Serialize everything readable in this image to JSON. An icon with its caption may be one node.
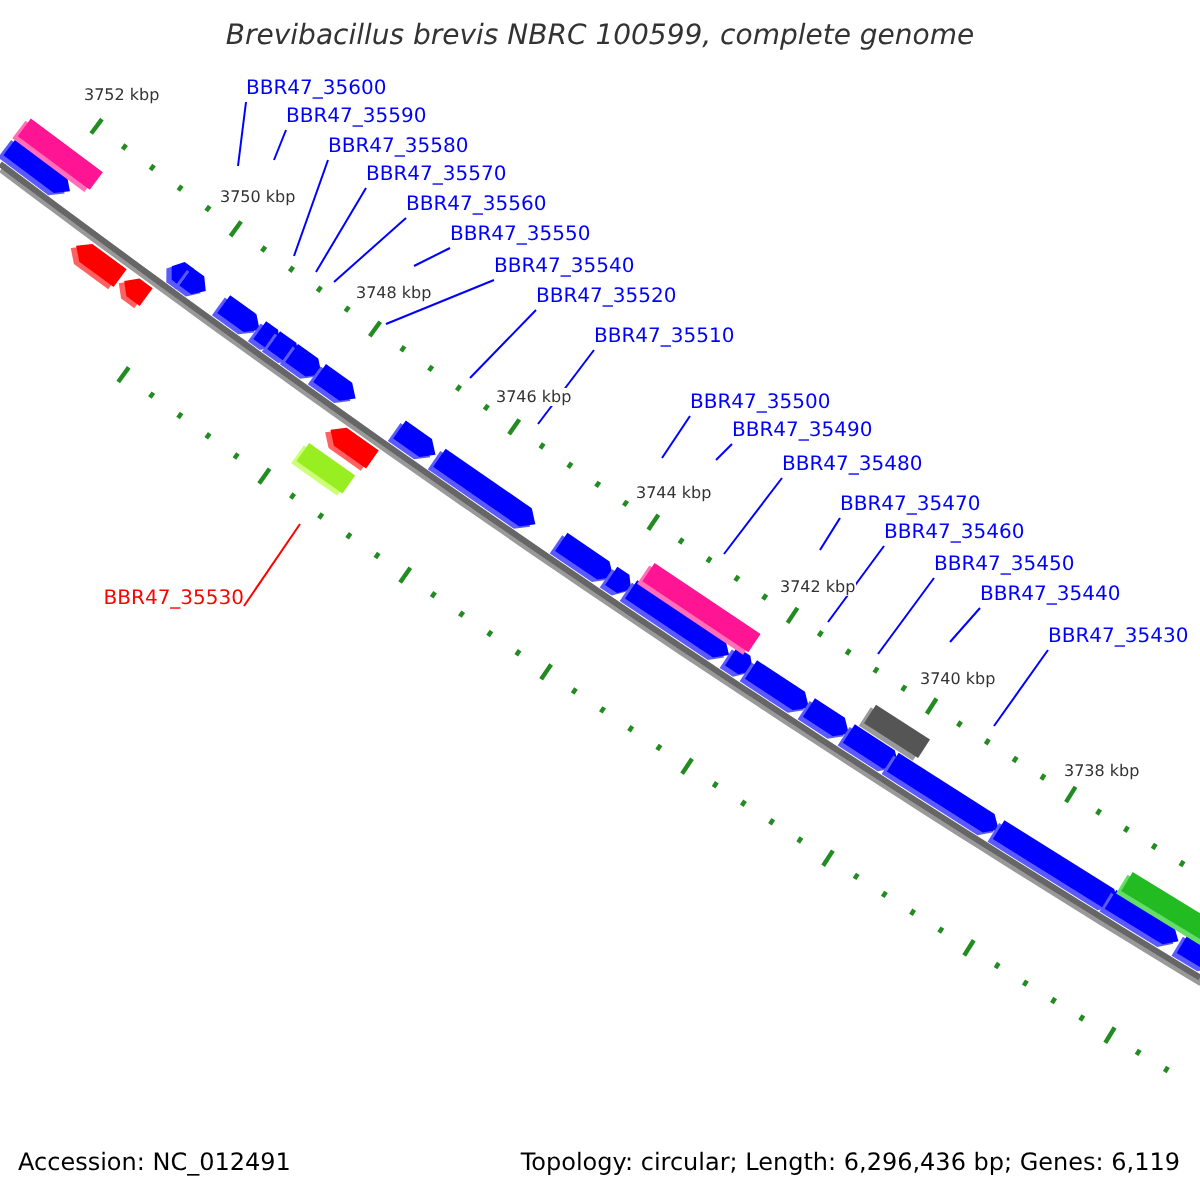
{
  "diagram": {
    "title": "Brevibacillus brevis NBRC 100599, complete genome",
    "nodes": [
      {
        "text": [
          "BBR47_35600"
        ]
      },
      {
        "text": [
          "BBR47_35590"
        ]
      },
      {
        "text": [
          "BBR47_35580"
        ]
      },
      {
        "text": [
          "BBR47_35570"
        ]
      },
      {
        "text": [
          "BBR47_35560"
        ]
      },
      {
        "text": [
          "BBR47_35550"
        ]
      },
      {
        "text": [
          "BBR47_35540"
        ]
      },
      {
        "text": [
          "BBR47_35520"
        ]
      },
      {
        "text": [
          "BBR47_35510"
        ]
      },
      {
        "text": [
          "BBR47_35500"
        ]
      },
      {
        "text": [
          "BBR47_35490"
        ]
      },
      {
        "text": [
          "BBR47_35480"
        ]
      },
      {
        "text": [
          "BBR47_35470"
        ]
      },
      {
        "text": [
          "BBR47_35460"
        ]
      },
      {
        "text": [
          "BBR47_35450"
        ]
      },
      {
        "text": [
          "BBR47_35440"
        ]
      },
      {
        "text": [
          "BBR47_35430"
        ]
      },
      {
        "text": [
          "BBR47_35530"
        ]
      }
    ],
    "edges": [
      {
        "from": 0,
        "to": null,
        "arrow": "none"
      },
      {
        "from": 1,
        "to": null,
        "arrow": "none"
      },
      {
        "from": 2,
        "to": null,
        "arrow": "none"
      },
      {
        "from": 3,
        "to": null,
        "arrow": "none"
      },
      {
        "from": 4,
        "to": null,
        "arrow": "none"
      },
      {
        "from": 5,
        "to": null,
        "arrow": "none"
      },
      {
        "from": 6,
        "to": null,
        "arrow": "none"
      },
      {
        "from": 7,
        "to": null,
        "arrow": "none"
      },
      {
        "from": 8,
        "to": null,
        "arrow": "none"
      },
      {
        "from": 9,
        "to": null,
        "arrow": "none"
      },
      {
        "from": 10,
        "to": null,
        "arrow": "none"
      },
      {
        "from": 11,
        "to": null,
        "arrow": "none"
      },
      {
        "from": 12,
        "to": null,
        "arrow": "none"
      },
      {
        "from": 13,
        "to": null,
        "arrow": "none"
      },
      {
        "from": 14,
        "to": null,
        "arrow": "none"
      },
      {
        "from": 15,
        "to": null,
        "arrow": "none"
      },
      {
        "from": 16,
        "to": null,
        "arrow": "none"
      },
      {
        "from": 17,
        "to": null,
        "arrow": "none",
        "color": "#ff0000"
      }
    ],
    "labels": [
      "3752 kbp",
      "3750 kbp",
      "3748 kbp",
      "3746 kbp",
      "3744 kbp",
      "3742 kbp",
      "3740 kbp",
      "3738 kbp",
      "Accession: NC_012491",
      "Topology: circular; Length: 6,296,436 bp; Genes: 6,119"
    ]
  }
}
